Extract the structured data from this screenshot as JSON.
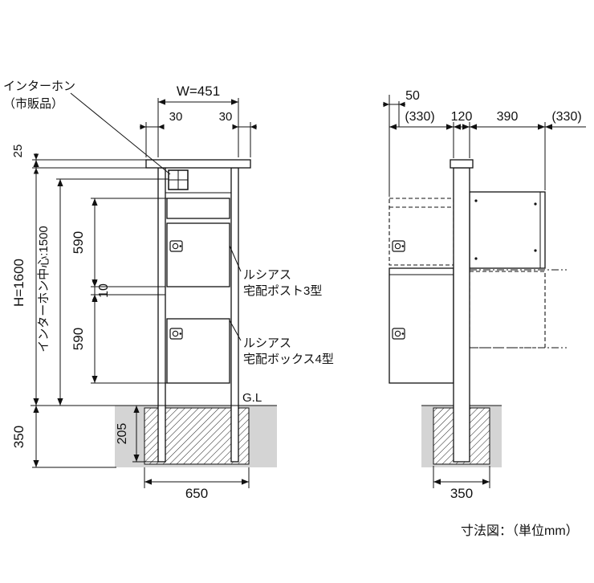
{
  "caption": "寸法図：（単位mm）",
  "front": {
    "dims": {
      "w": "W=451",
      "overhang_left": "30",
      "overhang_right": "30",
      "cap": "25",
      "height": "H=1600",
      "intercom_center": "インターホン中心:1500",
      "pitch_upper": "590",
      "pitch_gap": "10",
      "pitch_lower": "590",
      "embed": "205",
      "found_depth": "350",
      "found_width": "650"
    },
    "labels": {
      "intercom1": "インターホン",
      "intercom2": "（市販品）",
      "product1a": "ルシアス",
      "product1b": "宅配ポスト3型",
      "product2a": "ルシアス",
      "product2b": "宅配ボックス4型",
      "gl": "G.L"
    }
  },
  "side": {
    "dims": {
      "front_offset": "50",
      "left_ref": "(330)",
      "post_depth": "120",
      "box_depth": "390",
      "right_ref": "(330)",
      "found_width": "350"
    }
  }
}
